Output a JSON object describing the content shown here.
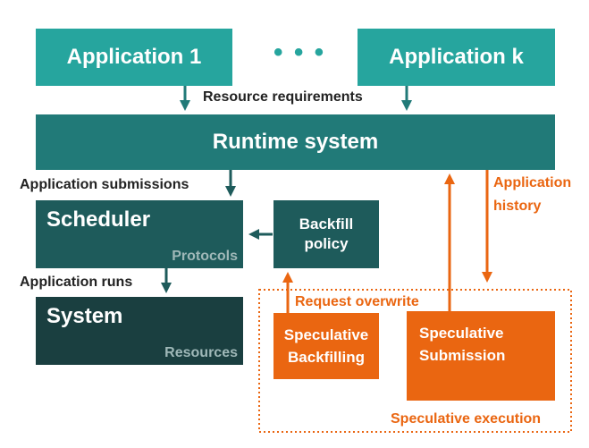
{
  "applications": [
    {
      "label": "Application 1"
    },
    {
      "label": "Application k"
    }
  ],
  "ellipsis": "• • •",
  "runtime_label": "Runtime system",
  "scheduler": {
    "title": "Scheduler",
    "sub": "Protocols"
  },
  "system": {
    "title": "System",
    "sub": "Resources"
  },
  "backfill_policy": {
    "line1": "Backfill",
    "line2": "policy"
  },
  "speculative_backfilling": {
    "line1": "Speculative",
    "line2": "Backfilling"
  },
  "speculative_submission": {
    "line1": "Speculative",
    "line2": "Submission"
  },
  "edge_labels": {
    "resource_requirements": "Resource requirements",
    "application_submissions": "Application submissions",
    "application_runs": "Application runs",
    "request_overwrite": "Request overwrite",
    "application_history_1": "Application",
    "application_history_2": "history",
    "speculative_execution": "Speculative execution"
  },
  "colors": {
    "app": "#26a59e",
    "runtime": "#217a78",
    "scheduler": "#1e5b5b",
    "system": "#1a3f40",
    "speculative": "#ea6611"
  }
}
